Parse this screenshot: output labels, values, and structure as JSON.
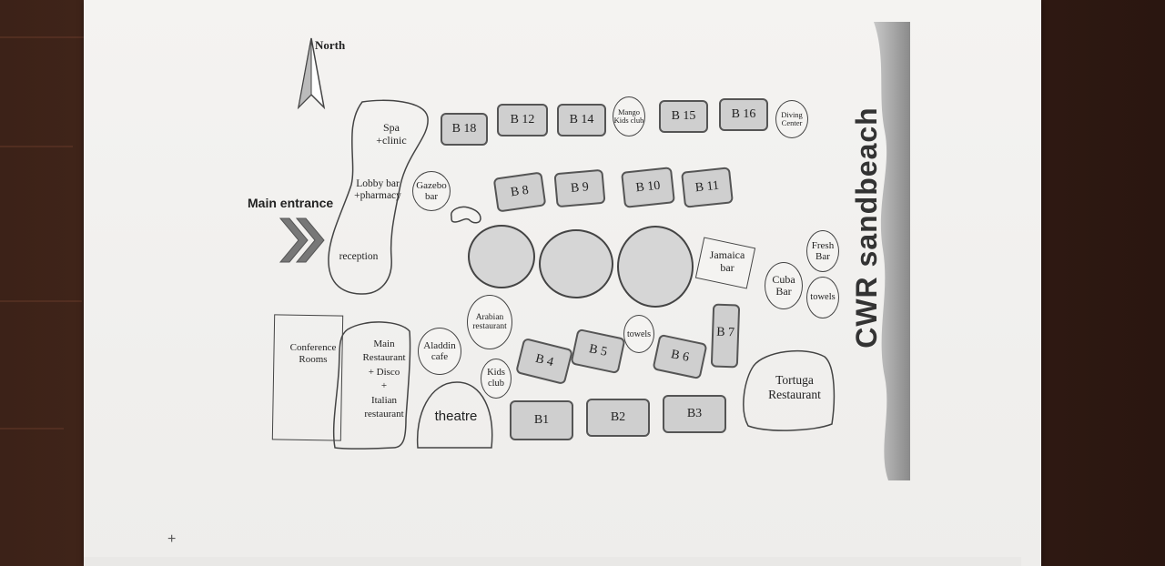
{
  "compass": {
    "label": "North"
  },
  "entrance": {
    "label": "Main entrance"
  },
  "buildings": {
    "spa": "Spa\n+clinic",
    "lobby": "Lobby bar\n+pharmacy",
    "reception": "reception",
    "gazebo": "Gazebo\nbar",
    "conference": "Conference\nRooms",
    "main_restaurant": "Main\nRestaurant\n+ Disco\n+\nItalian\nrestaurant",
    "aladdin": "Aladdin\ncafe",
    "arabian": "Arabian\nrestaurant",
    "kids_club": "Kids\nclub",
    "theatre": "theatre",
    "towels_center": "towels",
    "jamaica": "Jamaica\nbar",
    "cuba": "Cuba\nBar",
    "fresh": "Fresh\nBar",
    "towels_right": "towels",
    "tortuga": "Tortuga\nRestaurant",
    "mango": "Mango\nKids club",
    "diving": "Diving\nCenter"
  },
  "blocks": {
    "b18": "B 18",
    "b12": "B 12",
    "b14": "B 14",
    "b15": "B 15",
    "b16": "B 16",
    "b8": "B 8",
    "b9": "B 9",
    "b10": "B 10",
    "b11": "B 11",
    "b4": "B 4",
    "b5": "B 5",
    "b6": "B 6",
    "b7": "B 7",
    "b1": "B1",
    "b2": "B2",
    "b3": "B3"
  },
  "beach": {
    "title": "CWR sandbeach"
  },
  "colors": {
    "paper": "#f2f1ef",
    "block_fill": "#cfcfcf",
    "pool_fill": "#d6d6d6",
    "beach_gray": "#8a8a8a"
  }
}
